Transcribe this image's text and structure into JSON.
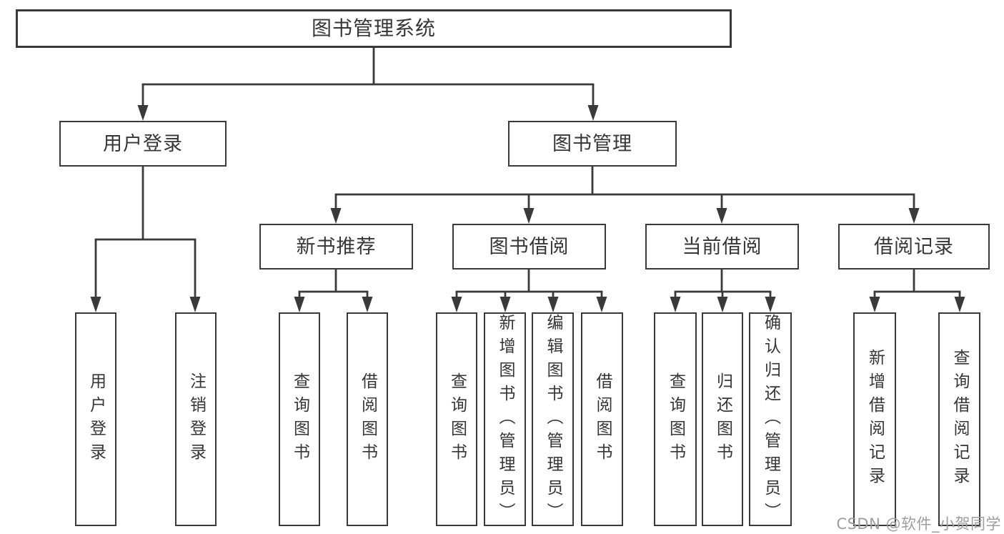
{
  "diagram": {
    "root": {
      "label": "图书管理系统"
    },
    "level1": {
      "user_login": {
        "label": "用户登录"
      },
      "book_management": {
        "label": "图书管理"
      }
    },
    "level2": {
      "new_book_recommend": {
        "label": "新书推荐"
      },
      "book_borrow": {
        "label": "图书借阅"
      },
      "current_borrow": {
        "label": "当前借阅"
      },
      "borrow_records": {
        "label": "借阅记录"
      }
    },
    "leaves": {
      "user_login_login": {
        "label": "用户登录"
      },
      "user_login_logout": {
        "label": "注销登录"
      },
      "recommend_query_books": {
        "label": "查询图书"
      },
      "recommend_borrow_books": {
        "label": "借阅图书"
      },
      "borrow_query_books": {
        "label": "查询图书"
      },
      "borrow_add_books": {
        "label": "新增图书（管理员）"
      },
      "borrow_edit_books": {
        "label": "编辑图书（管理员）"
      },
      "borrow_borrow_books": {
        "label": "借阅图书"
      },
      "current_query_books": {
        "label": "查询图书"
      },
      "current_return_books": {
        "label": "归还图书"
      },
      "current_confirm_return": {
        "label": "确认归还（管理员）"
      },
      "records_add_record": {
        "label": "新增借阅记录"
      },
      "records_query_record": {
        "label": "查询借阅记录"
      }
    }
  },
  "watermark": {
    "text": "CSDN @软件_小贺同学"
  },
  "colors": {
    "line": "#3a3a3a",
    "text": "#363636",
    "box_bg": "#ffffff",
    "watermark": "#9e9e9e",
    "background": "#ffffff"
  }
}
